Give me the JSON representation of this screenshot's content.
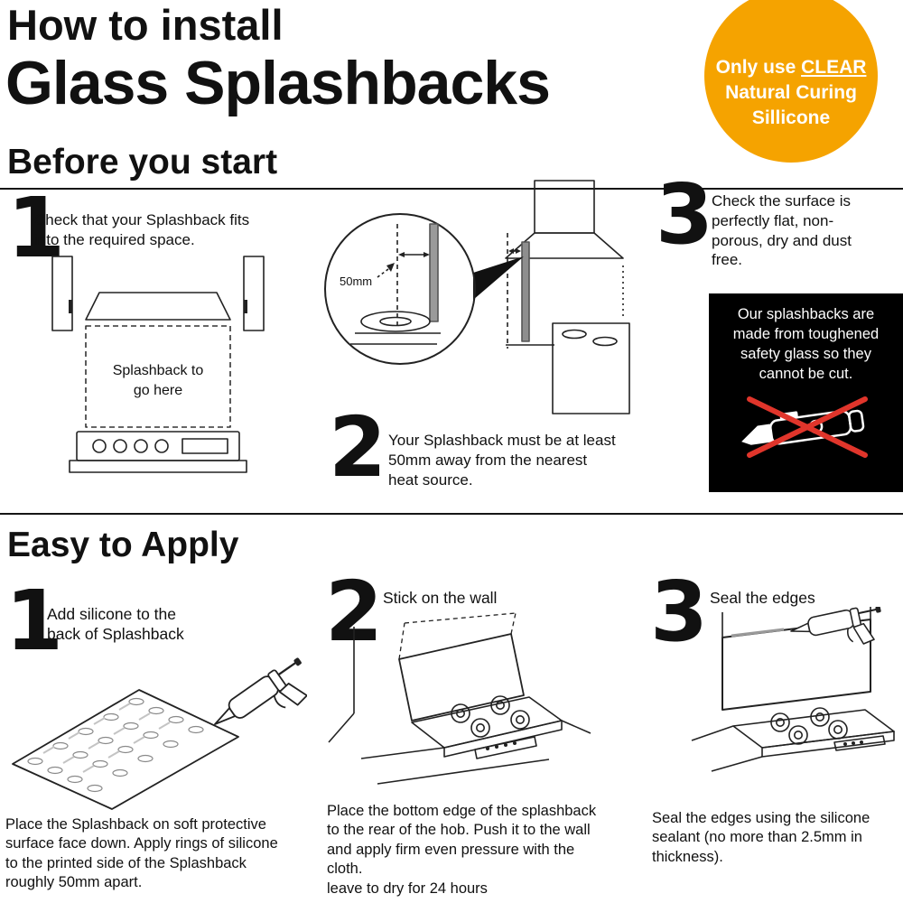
{
  "header": {
    "title_line1": "How to install",
    "title_line2": "Glass Splashbacks"
  },
  "badge": {
    "line1_prefix": "Only use ",
    "line1_underlined": "CLEAR",
    "line2": "Natural Curing",
    "line3": "Sillicone",
    "bg_color": "#F5A300",
    "text_color": "#FFFFFF"
  },
  "before_section": {
    "heading": "Before you start",
    "steps": [
      {
        "number": "1",
        "text": "Check that your Splashback fits into the required space."
      },
      {
        "number": "2",
        "text": "Your Splashback must be at least 50mm away from the nearest heat source."
      },
      {
        "number": "3",
        "text": "Check the surface is perfectly flat, non-porous, dry and dust free."
      }
    ],
    "diagram_labels": {
      "splashback_area": "Splashback to go here",
      "gap_measurement": "50mm"
    },
    "warning_box": {
      "text": "Our splashbacks are made from toughened safety glass so they cannot be cut.",
      "bg_color": "#000000",
      "text_color": "#FFFFFF",
      "icon": "utility-knife-crossed-out",
      "cross_color": "#E0352B"
    }
  },
  "apply_section": {
    "heading": "Easy to Apply",
    "steps": [
      {
        "number": "1",
        "title": "Add silicone to the back of Splashback",
        "caption": "Place the Splashback on soft protective surface face down. Apply rings of silicone to the printed side of the Splashback roughly 50mm apart."
      },
      {
        "number": "2",
        "title": "Stick on the wall",
        "caption": "Place the bottom edge of the splashback to the rear of the hob. Push it to the wall and apply firm even pressure with the cloth.\nleave to dry for 24 hours"
      },
      {
        "number": "3",
        "title": "Seal the edges",
        "caption": "Seal the edges using the silicone sealant (no more than 2.5mm in thickness)."
      }
    ]
  }
}
